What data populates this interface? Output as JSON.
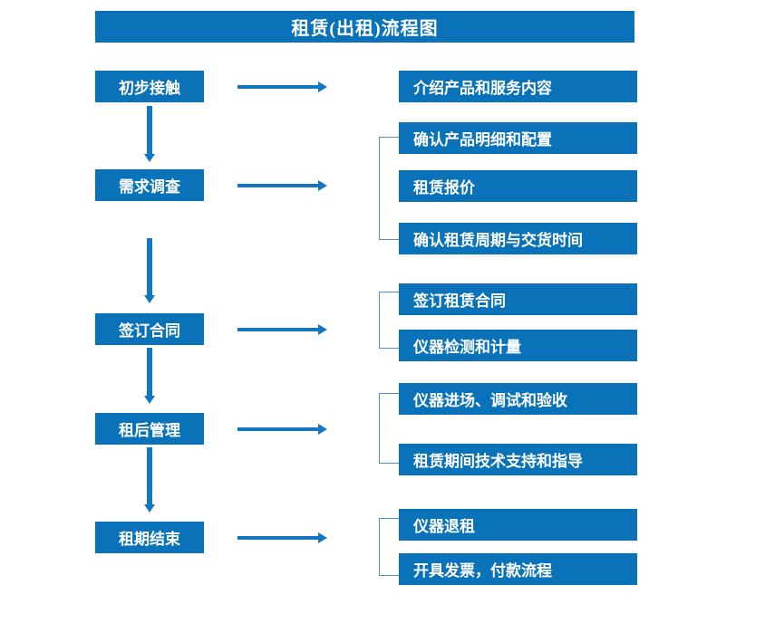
{
  "title": "租赁(出租)流程图",
  "colors": {
    "box_blue": "#0A72B8",
    "arrow_blue": "#1277C0",
    "bracket_blue": "#4F8FCB",
    "text_white": "#FFFFFF",
    "background": "#FFFFFF"
  },
  "stages": [
    {
      "label": "初步接触",
      "details": [
        "介绍产品和服务内容"
      ]
    },
    {
      "label": "需求调查",
      "details": [
        "确认产品明细和配置",
        "租赁报价",
        "确认租赁周期与交货时间"
      ]
    },
    {
      "label": "签订合同",
      "details": [
        "签订租赁合同",
        "仪器检测和计量"
      ]
    },
    {
      "label": "租后管理",
      "details": [
        "仪器进场、调试和验收",
        "租赁期间技术支持和指导"
      ]
    },
    {
      "label": "租期结束",
      "details": [
        "仪器退租",
        "开具发票，付款流程"
      ]
    }
  ],
  "flow_arrows": {
    "vertical_icon": "arrow-down-icon",
    "horizontal_icon": "arrow-right-icon"
  }
}
